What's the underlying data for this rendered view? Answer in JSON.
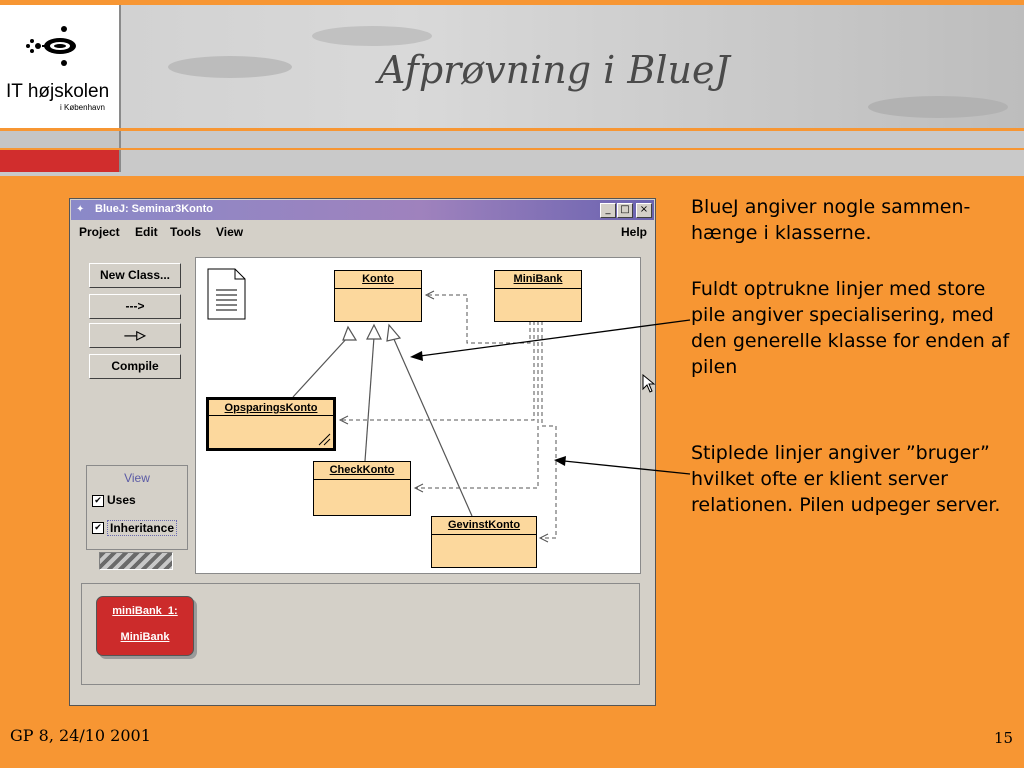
{
  "slide": {
    "title": "Afprøvning i BlueJ",
    "logo_main": "IT højskolen",
    "logo_sub": "i København",
    "footer_left": "GP 8, 24/10 2001",
    "page_number": "15",
    "paragraphs": [
      "BlueJ angiver nogle sammen-hænge i klasserne.",
      "Fuldt optrukne linjer med store pile angiver specialisering, med den generelle klasse for enden af pilen",
      "Stiplede linjer angiver ”bruger” hvilket ofte er klient server relationen. Pilen udpeger server."
    ]
  },
  "window": {
    "title": "BlueJ:  Seminar3Konto",
    "controls": [
      "_",
      "□",
      "×"
    ],
    "menu": [
      "Project",
      "Edit",
      "Tools",
      "View"
    ],
    "help": "Help",
    "buttons": {
      "new_class": "New Class...",
      "uses_arrow": "--->",
      "inherit_arrow": "—▷",
      "compile": "Compile"
    },
    "view_panel": {
      "label": "View",
      "uses": "Uses",
      "uses_checked": true,
      "inheritance": "Inheritance",
      "inheritance_checked": true
    },
    "classes": [
      "Konto",
      "MiniBank",
      "OpsparingsKonto",
      "CheckKonto",
      "GevinstKonto"
    ],
    "object_bench": {
      "instance_name": "miniBank_1:",
      "instance_class": "MiniBank"
    }
  },
  "colors": {
    "background": "#f79633",
    "class_fill": "#fcd89d",
    "object_fill": "#cc2b2b",
    "titlebar": "#8a89c8"
  }
}
